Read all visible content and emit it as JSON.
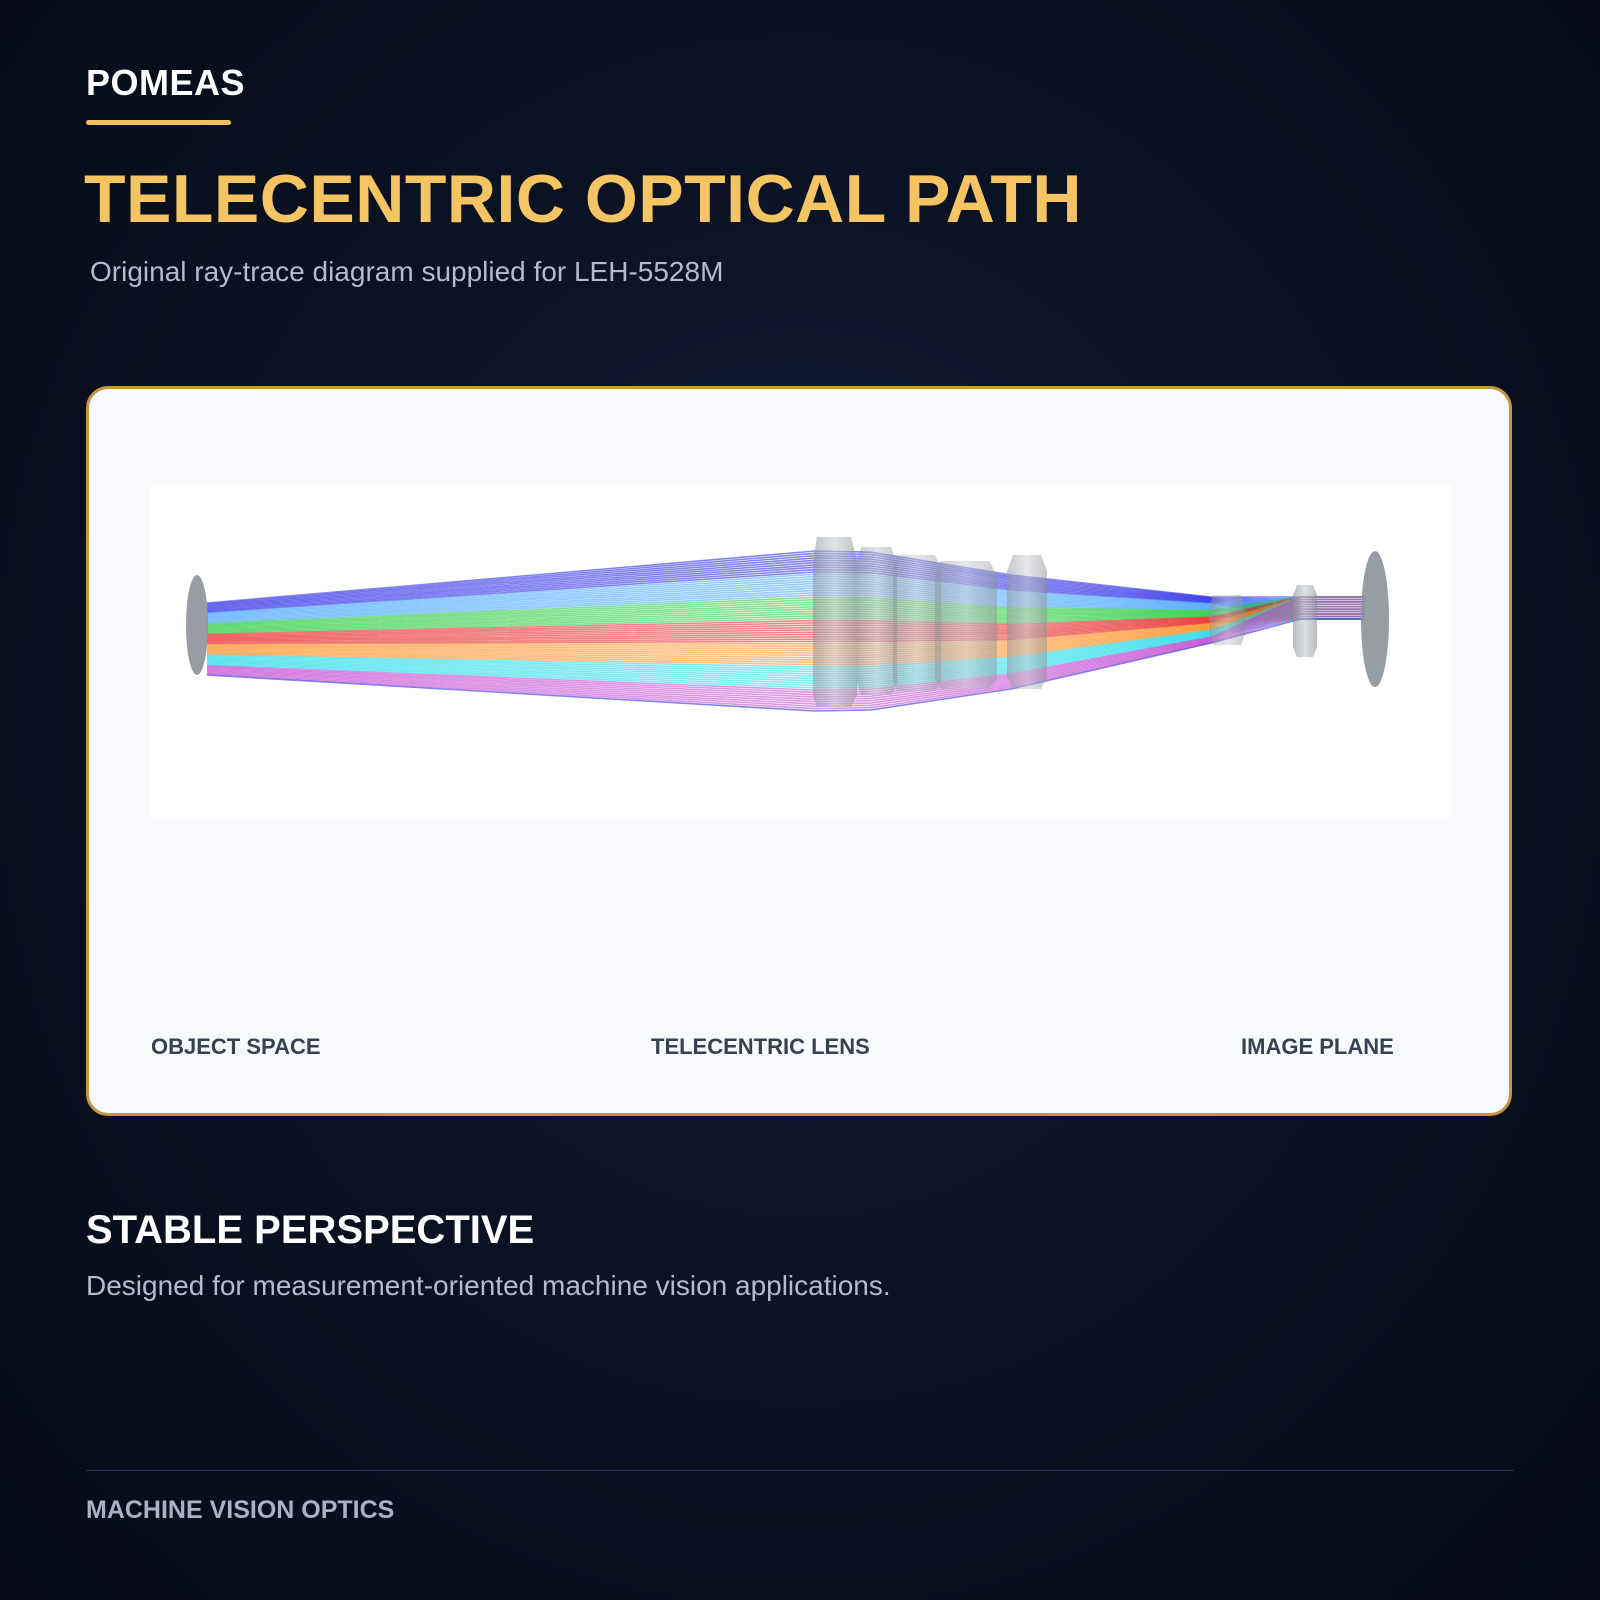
{
  "header": {
    "brand": "POMEAS",
    "title": "TELECENTRIC OPTICAL PATH",
    "subtitle": "Original ray-trace diagram supplied for LEH-5528M"
  },
  "diagram": {
    "labels": {
      "object_space": "OBJECT SPACE",
      "telecentric_lens": "TELECENTRIC LENS",
      "image_plane": "IMAGE PLANE"
    },
    "ray_colors": [
      "#1f1fe6",
      "#3aa0ff",
      "#19c832",
      "#e61e1e",
      "#ff8a1a",
      "#18d8e8",
      "#c040d0"
    ]
  },
  "section": {
    "title": "STABLE PERSPECTIVE",
    "description": "Designed for measurement-oriented machine vision applications."
  },
  "footer": {
    "label": "MACHINE VISION OPTICS"
  },
  "colors": {
    "accent": "#f5c563",
    "card_border": "#c7953e",
    "background": "#0b1223"
  }
}
